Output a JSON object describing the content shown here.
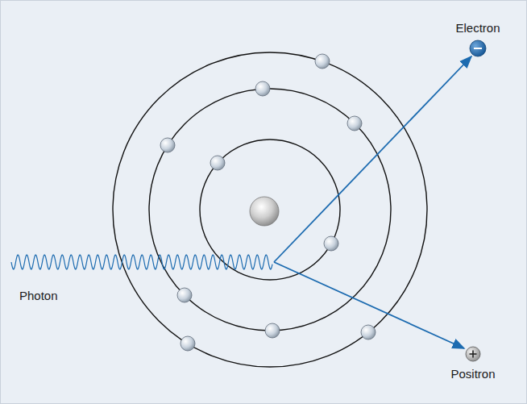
{
  "diagram": {
    "labels": [
      "Electron",
      "Photon",
      "Positron"
    ]
  }
}
